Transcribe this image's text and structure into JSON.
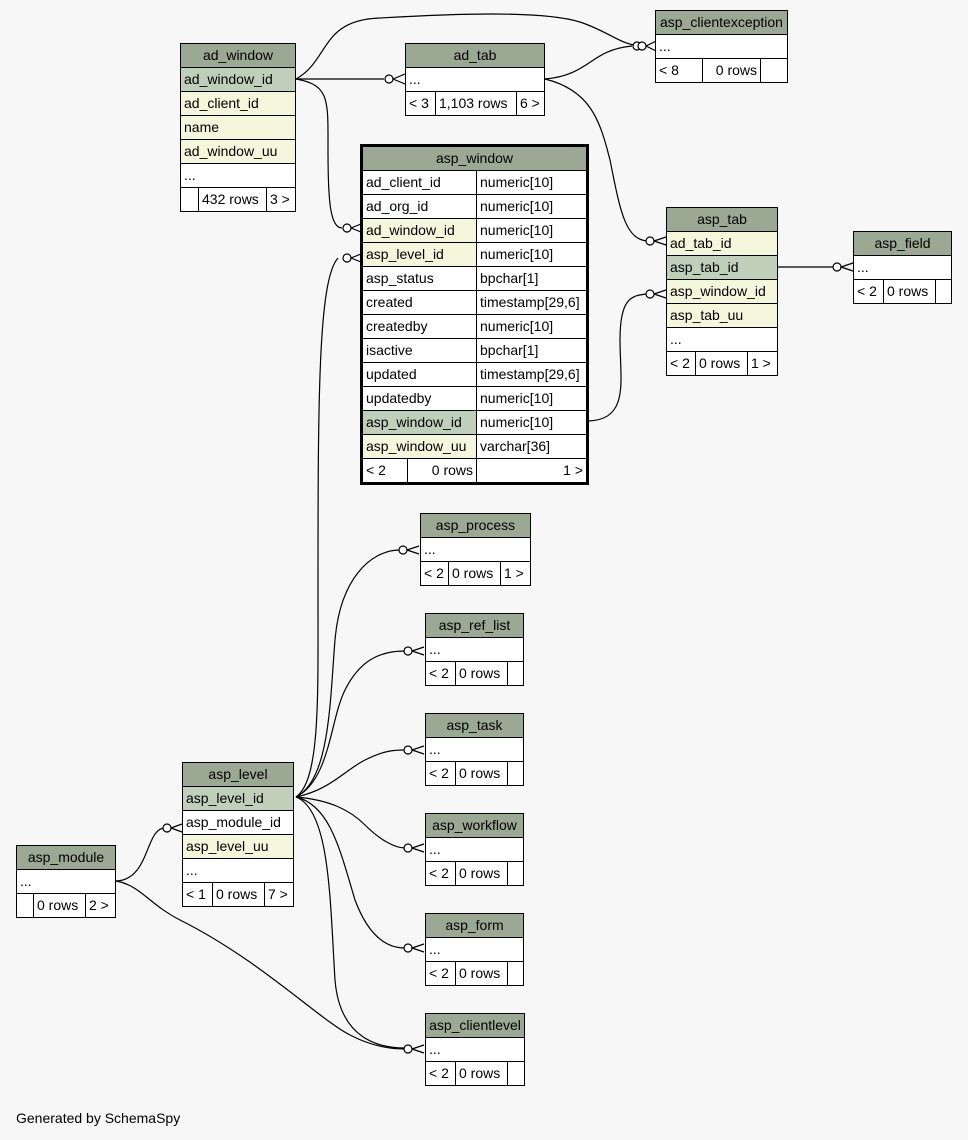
{
  "caption": "Generated by SchemaSpy",
  "tables": {
    "ad_window": {
      "title": "ad_window",
      "rows": [
        "ad_window_id",
        "ad_client_id",
        "name",
        "ad_window_uu",
        "..."
      ],
      "foot": [
        "",
        "432 rows",
        "3 >"
      ]
    },
    "ad_tab": {
      "title": "ad_tab",
      "rows": [
        "..."
      ],
      "foot": [
        "< 3",
        "1,103 rows",
        "6 >"
      ]
    },
    "asp_clientexception": {
      "title": "asp_clientexception",
      "rows": [
        "..."
      ],
      "foot": [
        "< 8",
        "0 rows",
        ""
      ]
    },
    "asp_window": {
      "title": "asp_window",
      "columns": [
        {
          "name": "ad_client_id",
          "type": "numeric[10]"
        },
        {
          "name": "ad_org_id",
          "type": "numeric[10]"
        },
        {
          "name": "ad_window_id",
          "type": "numeric[10]"
        },
        {
          "name": "asp_level_id",
          "type": "numeric[10]"
        },
        {
          "name": "asp_status",
          "type": "bpchar[1]"
        },
        {
          "name": "created",
          "type": "timestamp[29,6]"
        },
        {
          "name": "createdby",
          "type": "numeric[10]"
        },
        {
          "name": "isactive",
          "type": "bpchar[1]"
        },
        {
          "name": "updated",
          "type": "timestamp[29,6]"
        },
        {
          "name": "updatedby",
          "type": "numeric[10]"
        },
        {
          "name": "asp_window_id",
          "type": "numeric[10]"
        },
        {
          "name": "asp_window_uu",
          "type": "varchar[36]"
        }
      ],
      "foot": [
        "< 2",
        "0 rows",
        "1 >"
      ]
    },
    "asp_tab": {
      "title": "asp_tab",
      "rows": [
        "ad_tab_id",
        "asp_tab_id",
        "asp_window_id",
        "asp_tab_uu",
        "..."
      ],
      "foot": [
        "< 2",
        "0 rows",
        "1 >"
      ]
    },
    "asp_field": {
      "title": "asp_field",
      "rows": [
        "..."
      ],
      "foot": [
        "< 2",
        "0 rows",
        ""
      ]
    },
    "asp_process": {
      "title": "asp_process",
      "rows": [
        "..."
      ],
      "foot": [
        "< 2",
        "0 rows",
        "1 >"
      ]
    },
    "asp_ref_list": {
      "title": "asp_ref_list",
      "rows": [
        "..."
      ],
      "foot": [
        "< 2",
        "0 rows",
        ""
      ]
    },
    "asp_task": {
      "title": "asp_task",
      "rows": [
        "..."
      ],
      "foot": [
        "< 2",
        "0 rows",
        ""
      ]
    },
    "asp_workflow": {
      "title": "asp_workflow",
      "rows": [
        "..."
      ],
      "foot": [
        "< 2",
        "0 rows",
        ""
      ]
    },
    "asp_form": {
      "title": "asp_form",
      "rows": [
        "..."
      ],
      "foot": [
        "< 2",
        "0 rows",
        ""
      ]
    },
    "asp_clientlevel": {
      "title": "asp_clientlevel",
      "rows": [
        "..."
      ],
      "foot": [
        "< 2",
        "0 rows",
        ""
      ]
    },
    "asp_level": {
      "title": "asp_level",
      "rows": [
        "asp_level_id",
        "asp_module_id",
        "asp_level_uu",
        "..."
      ],
      "foot": [
        "< 1",
        "0 rows",
        "7 >"
      ]
    },
    "asp_module": {
      "title": "asp_module",
      "rows": [
        "..."
      ],
      "foot": [
        "",
        "0 rows",
        "2 >"
      ]
    }
  },
  "colors": {
    "header": "#9ba893",
    "primary_key": "#bfcfba",
    "foreign_key": "#f4f7dc",
    "background": "#f7f7f7"
  }
}
